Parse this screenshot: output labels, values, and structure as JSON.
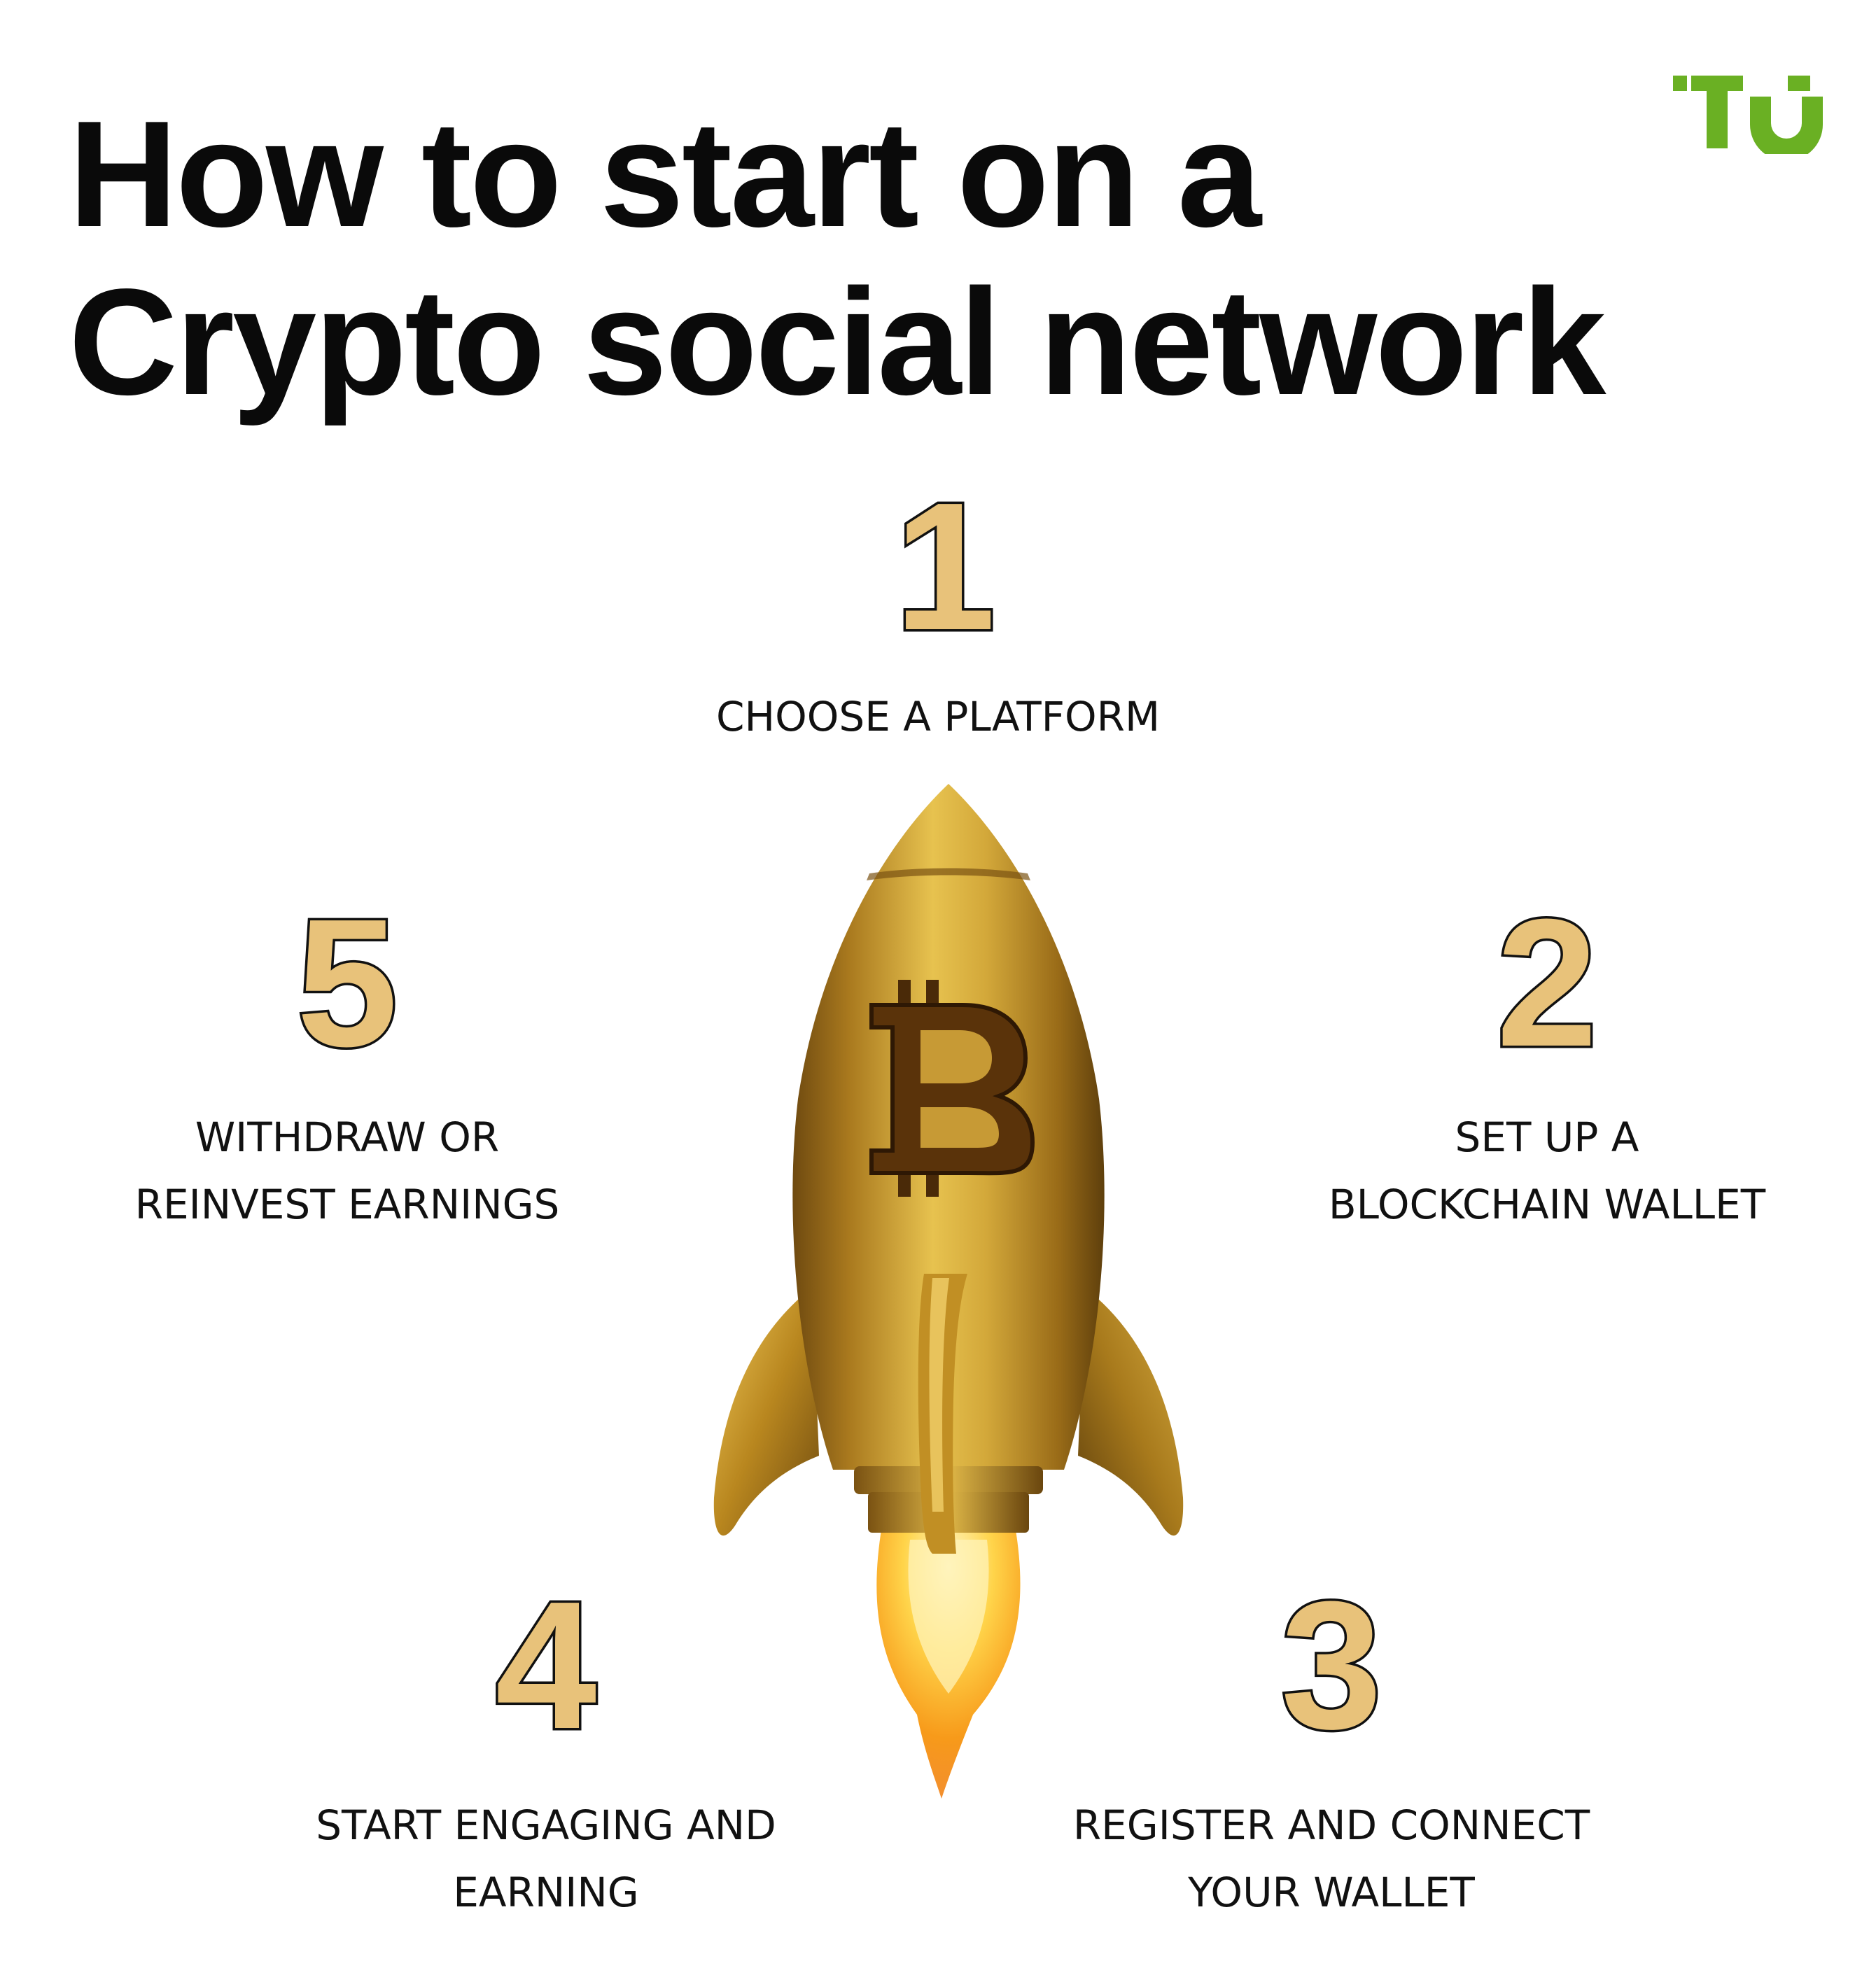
{
  "title": {
    "line1": "How to start on a",
    "line2": "Crypto social network"
  },
  "logo": {
    "text": "TU",
    "color": "#6ab023",
    "icon": "tu-logo-icon"
  },
  "rocket": {
    "icon": "bitcoin-rocket-icon",
    "colors": {
      "gold": "#c99a2e",
      "flame": "#f7a21b"
    }
  },
  "steps": [
    {
      "number": "1",
      "label_lines": [
        "CHOOSE A PLATFORM"
      ]
    },
    {
      "number": "2",
      "label_lines": [
        "SET UP A",
        "BLOCKCHAIN WALLET"
      ]
    },
    {
      "number": "3",
      "label_lines": [
        "REGISTER AND CONNECT",
        "YOUR WALLET"
      ]
    },
    {
      "number": "4",
      "label_lines": [
        "START ENGAGING AND",
        "EARNING"
      ]
    },
    {
      "number": "5",
      "label_lines": [
        "WITHDRAW OR",
        "REINVEST EARNINGS"
      ]
    }
  ],
  "colors": {
    "number_fill": "#e8c27a",
    "number_stroke": "#111111",
    "text": "#111111"
  }
}
